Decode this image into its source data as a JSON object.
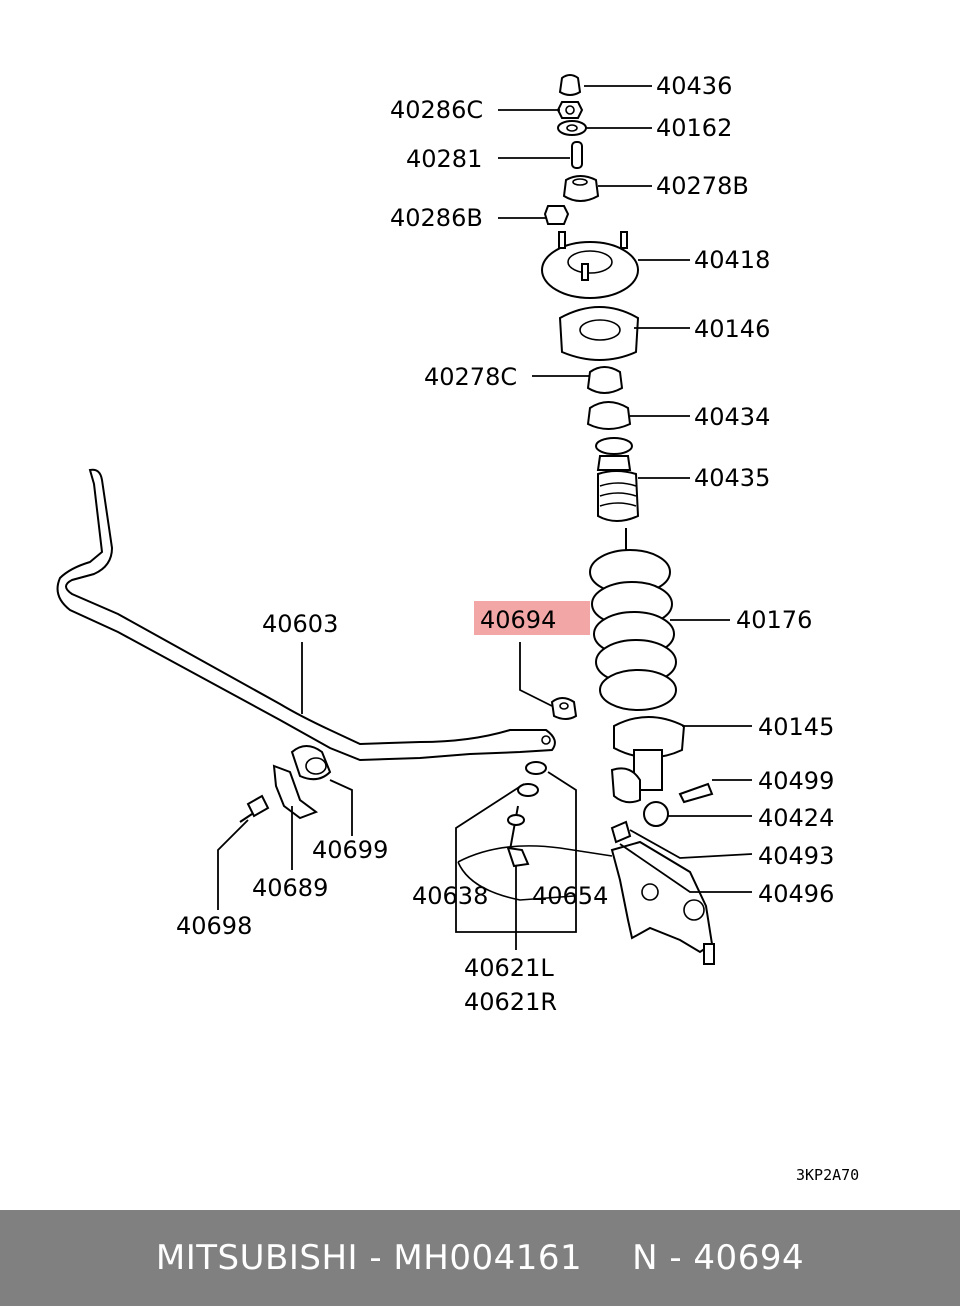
{
  "callouts": {
    "p40436": "40436",
    "p40286c": "40286C",
    "p40162": "40162",
    "p40281": "40281",
    "p40278b": "40278B",
    "p40286b": "40286B",
    "p40418": "40418",
    "p40146": "40146",
    "p40278c": "40278C",
    "p40434": "40434",
    "p40435": "40435",
    "p40694": "40694",
    "p40176": "40176",
    "p40603": "40603",
    "p40145": "40145",
    "p40499": "40499",
    "p40424": "40424",
    "p40493": "40493",
    "p40496": "40496",
    "p40699": "40699",
    "p40689": "40689",
    "p40698": "40698",
    "p40638": "40638",
    "p40654": "40654",
    "p40621l": "40621L",
    "p40621r": "40621R"
  },
  "highlighted_part": "40694",
  "highlight_color": "#f2a6a6",
  "diagram_code": "3KP2A70",
  "footer": {
    "brand_part": "MITSUBISHI - MH004161",
    "ref": "N - 40694"
  },
  "footer_bg": "#808080"
}
